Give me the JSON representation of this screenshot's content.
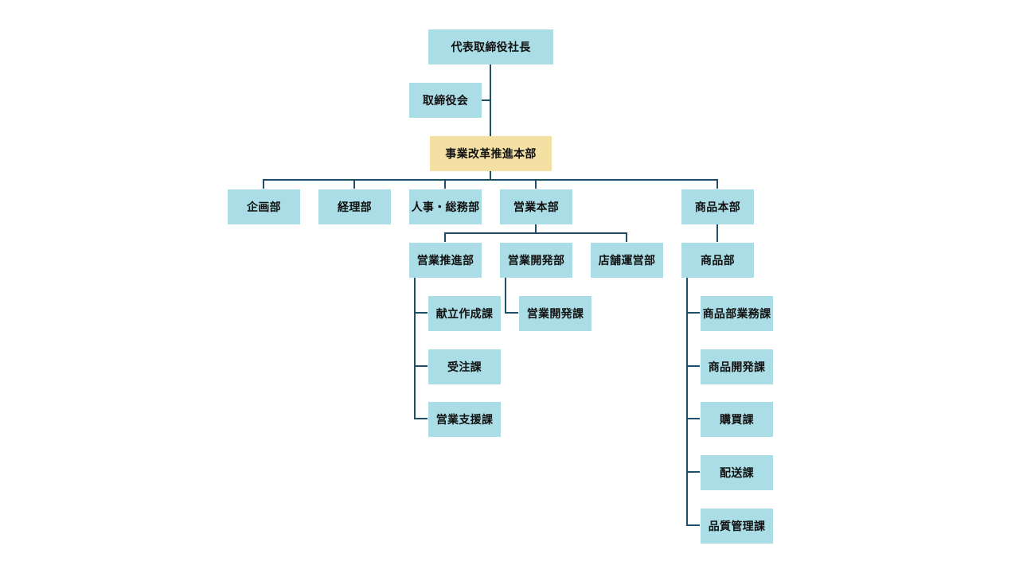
{
  "org_chart": {
    "ceo": "代表取締役社長",
    "board": "取締役会",
    "reform_hq": "事業改革推進本部",
    "departments": {
      "planning": "企画部",
      "accounting": "経理部",
      "hr_general": "人事・総務部",
      "sales_hq": "営業本部",
      "merch_hq": "商品本部"
    },
    "sales": {
      "promotion": "営業推進部",
      "development": "営業開発部",
      "store_ops": "店舗運営部",
      "menu_planning": "献立作成課",
      "orders": "受注課",
      "support": "営業支援課",
      "development_section": "営業開発課"
    },
    "merch": {
      "dept": "商品部",
      "operations": "商品部業務課",
      "development": "商品開発課",
      "purchasing": "購買課",
      "delivery": "配送課",
      "quality": "品質管理課"
    }
  },
  "colors": {
    "box": "#aadde5",
    "highlight": "#f5e0a3",
    "line": "#1f4e66"
  }
}
